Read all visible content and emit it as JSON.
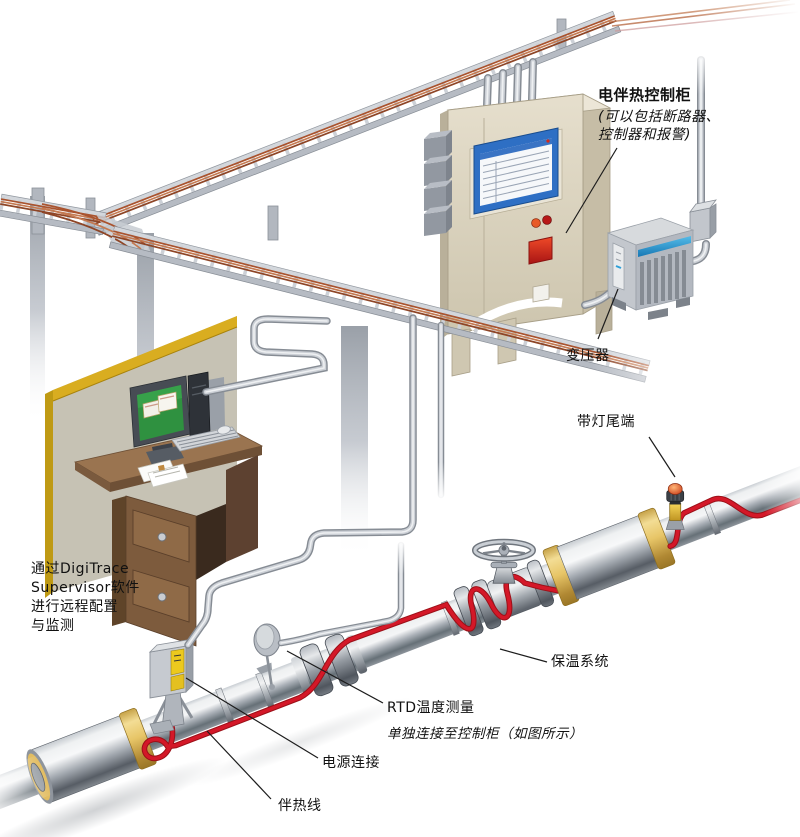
{
  "diagram": {
    "labels": {
      "control_cabinet": {
        "title": "电伴热控制柜",
        "sub1": "(可以包括断路器、",
        "sub2": "控制器和报警)"
      },
      "transformer": "变压器",
      "lighted_end_seal": "带灯尾端",
      "software": {
        "line1": "通过DigiTrace",
        "line2": "Supervisor软件",
        "line3": "进行远程配置",
        "line4": "与监测"
      },
      "insulation_system": "保温系统",
      "rtd": {
        "title": "RTD温度测量",
        "sub": "单独连接至控制柜（如图所示）"
      },
      "power_connection": "电源连接",
      "heat_trace_cable": "伴热线"
    },
    "colors": {
      "heat_trace_red": "#c61423",
      "insulation_yellow": "#e7c567",
      "cabinet_beige": "#d9d2bf",
      "screen_blue": "#2e6fc4",
      "tray_cable_orange": "#b5643c",
      "desk_brown": "#8f6a47",
      "wall_edge_yellow": "#d9ad20",
      "monitor_green": "#2f9140",
      "transformer_stripe_blue": "#2d9fd8",
      "alarm_red": "#d42818"
    }
  }
}
